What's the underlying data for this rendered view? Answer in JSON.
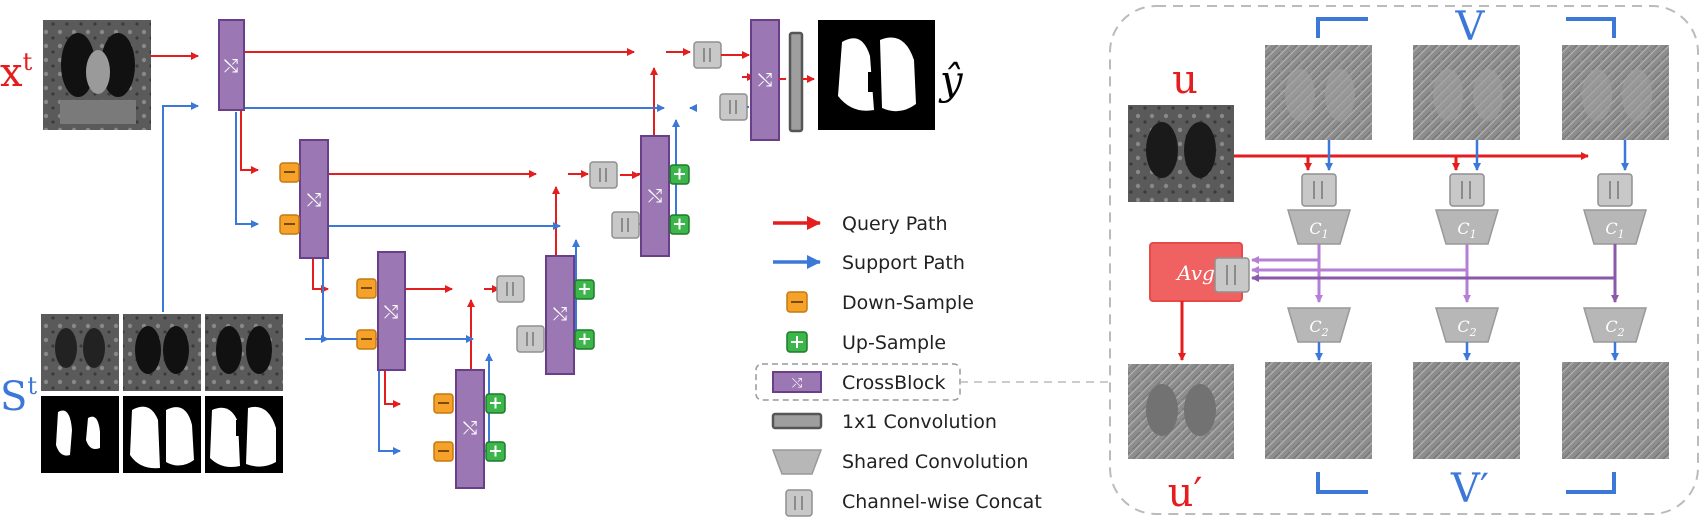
{
  "inputs": {
    "query_label": "x",
    "query_sup": "t",
    "support_label": "S",
    "support_sup": "t",
    "output_label": "ŷ"
  },
  "legend": [
    {
      "key": "query",
      "label": "Query Path"
    },
    {
      "key": "support",
      "label": "Support Path"
    },
    {
      "key": "down",
      "label": "Down-Sample"
    },
    {
      "key": "up",
      "label": "Up-Sample"
    },
    {
      "key": "cross",
      "label": "CrossBlock"
    },
    {
      "key": "conv1",
      "label": "1x1 Convolution"
    },
    {
      "key": "shared",
      "label": "Shared Convolution"
    },
    {
      "key": "concat",
      "label": "Channel-wise Concat"
    }
  ],
  "crossblock": {
    "u": "u",
    "u_prime": "u′",
    "v": "V",
    "v_prime": "V′",
    "avg": "Avg",
    "c1": "C",
    "c1_sub": "1",
    "c2": "C",
    "c2_sub": "2"
  },
  "colors": {
    "query": "#e41e1e",
    "support": "#3b78d8",
    "purple": "#9b77b3",
    "orange": "#f5a12a",
    "green": "#3cb54a",
    "grey": "#b7b7b7",
    "avg": "#f06262"
  }
}
